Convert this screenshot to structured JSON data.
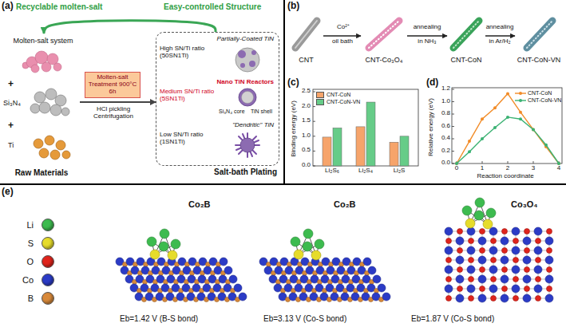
{
  "diagram": {
    "nodes": [
      {
        "text": [
          "Molten-salt system"
        ]
      },
      {
        "text": [
          "Raw Materials"
        ]
      },
      {
        "text": [
          "Salt-bath Plating"
        ]
      },
      {
        "text": [
          "Partially-Coated TiN",
          "High SN/Ti ratio (50SN1Ti)"
        ],
        "in": 2
      },
      {
        "text": [
          "Nano TiN Reactors",
          "Medium SN/Ti ratio (5SN1Ti)"
        ],
        "in": 2
      },
      {
        "text": [
          "\"Dendritic\" TiN",
          "Low SN/Ti ratio (1SN1Ti)"
        ],
        "in": 2
      },
      {
        "text": [
          "CNT"
        ]
      },
      {
        "text": [
          "CNT-Co₃O₄"
        ]
      },
      {
        "text": [
          "CNT-CoN"
        ]
      },
      {
        "text": [
          "CNT-CoN-VN"
        ]
      }
    ],
    "edges": [
      {
        "from": 2,
        "to": 0,
        "arrow": "to"
      },
      {
        "from": 1,
        "to": 2,
        "arrow": "to"
      },
      {
        "from": 6,
        "to": 7,
        "arrow": "to"
      },
      {
        "from": 7,
        "to": 8,
        "arrow": "to"
      },
      {
        "from": 8,
        "to": 9,
        "arrow": "to"
      }
    ],
    "labels": [
      "(a)",
      "Recyclable molten-salt",
      "Easy-controlled Structure",
      "+",
      "Si₃N₄",
      "+",
      "Ti",
      "Molten-salt Treatment 900°C 6h",
      "HCl pickling Centrifugation",
      "Si₃N₄ core",
      "TiN shell",
      "(b)",
      "Co²⁺",
      "oil bath",
      "annealing",
      "in NH₃",
      "annealing",
      "in Ar/H₂",
      "(c)",
      "Binding energy (eV)",
      "0.0",
      "0.5",
      "1.0",
      "1.5",
      "2.0",
      "2.5",
      "Li₂S₆",
      "Li₂S₄",
      "Li₂S",
      "(d)",
      "Relative energy (eV)",
      "0.0",
      "0.2",
      "0.4",
      "0.6",
      "0.8",
      "1.0",
      "1.2",
      "0",
      "1",
      "2",
      "3",
      "4",
      "Reaction coordinate",
      "(e)",
      "Co₂B",
      "Co₂B",
      "Co₃O₄",
      "Eb=1.42 V (B-S bond)",
      "Eb=3.13 V (Co-S bond)",
      "Eb=1.87 V (Co-S bond)"
    ],
    "legend": [
      {
        "text": "CNT-CoN",
        "color": "#f6a46b"
      },
      {
        "text": "CNT-CoN-VN",
        "color": "#66cc88"
      },
      {
        "text": "CNT-CoN"
      },
      {
        "text": "CNT-CoN-VN"
      },
      {
        "text": "Li",
        "color": "#3dbb4f"
      },
      {
        "text": "S",
        "color": "#e6dc2a"
      },
      {
        "text": "O",
        "color": "#e0241c"
      },
      {
        "text": "Co",
        "color": "#2b3bc6"
      },
      {
        "text": "B",
        "color": "#d8893a"
      }
    ]
  }
}
